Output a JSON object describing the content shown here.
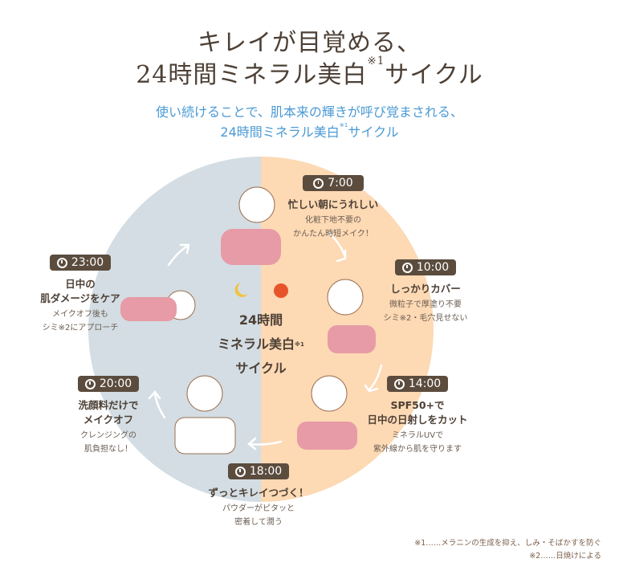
{
  "header": {
    "title_line1": "キレイが目覚める、",
    "title_line2": "24時間ミネラル美白",
    "title_line2_mark": "※1",
    "title_line2_end": "サイクル",
    "subtitle_line1": "使い続けることで、肌本来の輝きが呼び覚まされる、",
    "subtitle_line2": "24時間ミネラル美白",
    "subtitle_line2_mark": "※1",
    "subtitle_line2_end": "サイクル"
  },
  "center": {
    "line1": "24時間",
    "line2": "ミネラル美白",
    "mark": "※1",
    "line3": "サイクル"
  },
  "colors": {
    "night": "#d3dde3",
    "day": "#fdd9b4",
    "badge": "#5b4c3e",
    "accent": "#4a9ad4"
  },
  "steps": [
    {
      "time": "7:00",
      "title": [
        "忙しい朝にうれしい"
      ],
      "desc": [
        "化粧下地不要の",
        "かんたん時短メイク！"
      ]
    },
    {
      "time": "10:00",
      "title": [
        "しっかりカバー"
      ],
      "desc": [
        "微粒子で厚塗り不要",
        "シミ※2・毛穴見せない"
      ]
    },
    {
      "time": "14:00",
      "title": [
        "SPF50+で",
        "日中の日射しをカット"
      ],
      "desc": [
        "ミネラルUVで",
        "紫外線から肌を守ります"
      ]
    },
    {
      "time": "18:00",
      "title": [
        "ずっとキレイつづく！"
      ],
      "desc": [
        "パウダーがピタッと",
        "密着して潤う"
      ]
    },
    {
      "time": "20:00",
      "title": [
        "洗顔料だけで",
        "メイクオフ"
      ],
      "desc": [
        "クレンジングの",
        "肌負担なし！"
      ]
    },
    {
      "time": "23:00",
      "title": [
        "日中の",
        "肌ダメージをケア"
      ],
      "desc": [
        "メイクオフ後も",
        "シミ※2にアプローチ"
      ]
    }
  ],
  "footnotes": [
    "※1……メラニンの生成を抑え、しみ・そばかすを防ぐ",
    "※2……日焼けによる"
  ]
}
